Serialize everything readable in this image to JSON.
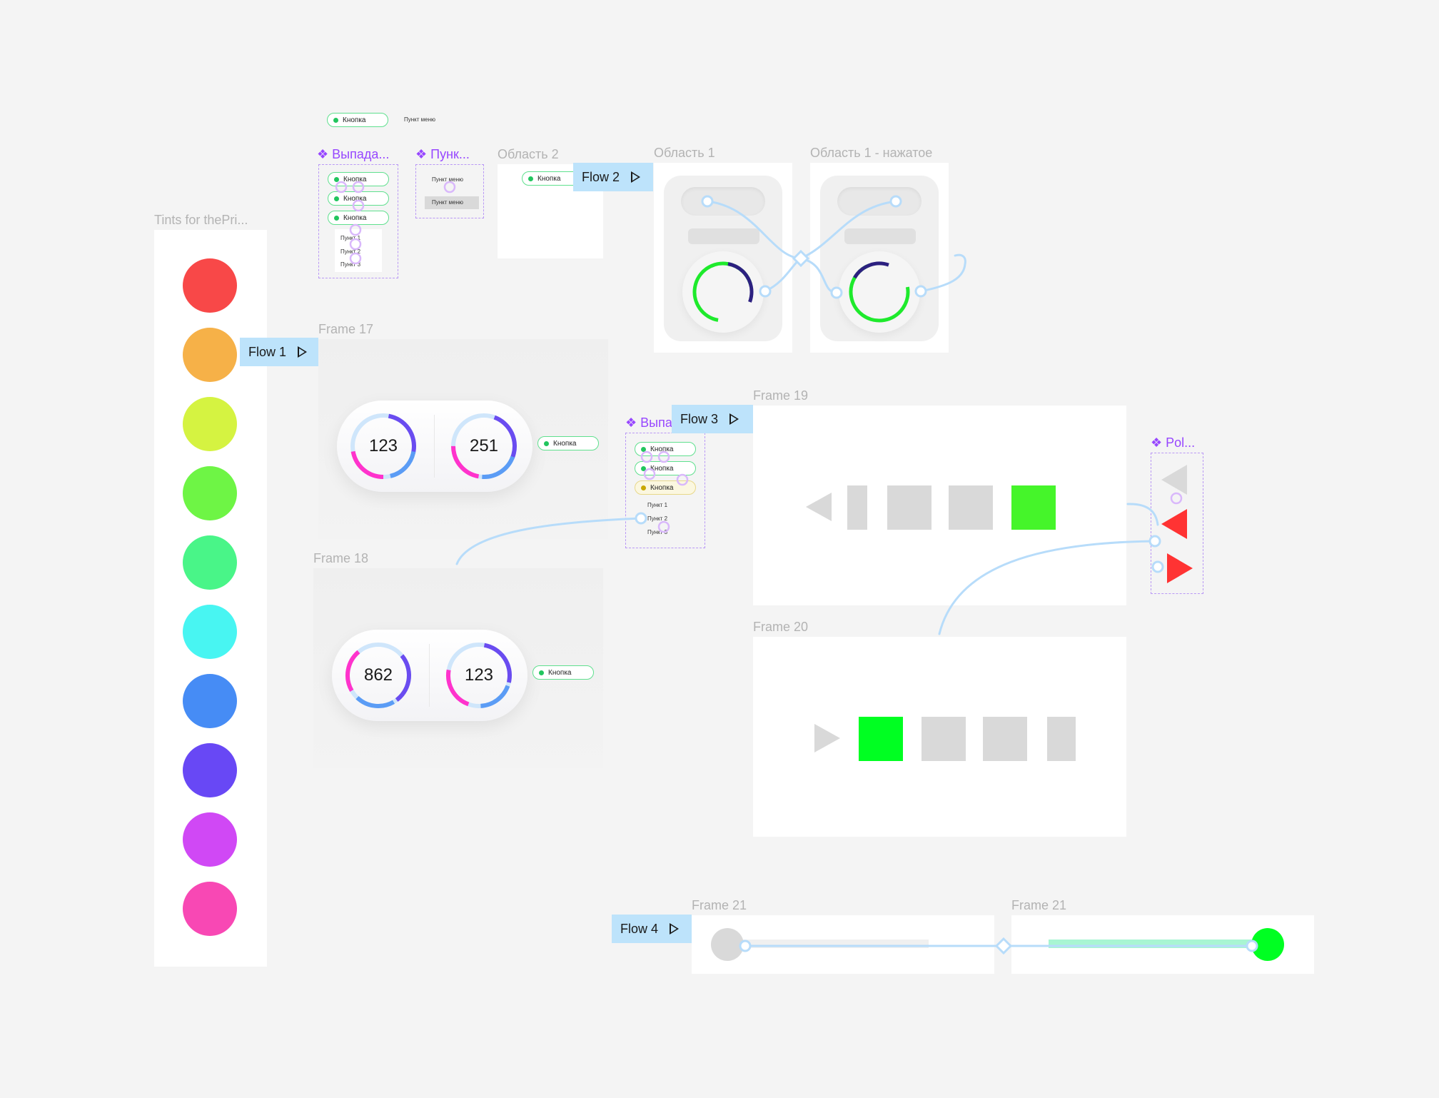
{
  "top_pill": {
    "label": "Кнопка",
    "menu_label": "Пункт меню"
  },
  "components": {
    "dropdown_title": "❖ Выпада...",
    "menuitem_title": "❖ Пунк...",
    "dropdown2_title": "❖ Выпа",
    "polygon_title": "❖ Pol...",
    "buttons": [
      "Кнопка",
      "Кнопка",
      "Кнопка"
    ],
    "menu_items": [
      "Пункт 1",
      "Пункт 2",
      "Пункт 3"
    ],
    "menu_item_label": "Пункт меню"
  },
  "frames": {
    "tints_title": "Tints for thePri...",
    "oblast2": "Область 2",
    "oblast1": "Область 1",
    "oblast1_pressed": "Область 1 - нажатое",
    "frame17": "Frame 17",
    "frame18": "Frame 18",
    "frame19": "Frame 19",
    "frame20": "Frame 20",
    "frame21a": "Frame 21",
    "frame21b": "Frame 21"
  },
  "flows": [
    "Flow 1",
    "Flow 2",
    "Flow 3",
    "Flow 4"
  ],
  "gauges": {
    "frame17": [
      "123",
      "251"
    ],
    "frame18": [
      "862",
      "123"
    ]
  },
  "button_label": "Кнопка",
  "tint_colors": [
    "#f84848",
    "#f6b148",
    "#d5f341",
    "#6ef545",
    "#49f588",
    "#48f5f2",
    "#468cf5",
    "#6848f5",
    "#d048f5",
    "#f848b4"
  ],
  "accent_colors": {
    "flow_bg": "#bde3fb",
    "component": "#9747ff",
    "green": "#00ff22",
    "red": "#ff3333"
  },
  "icons": [
    "play-icon",
    "component-icon",
    "triangle-left-icon",
    "triangle-right-icon"
  ]
}
